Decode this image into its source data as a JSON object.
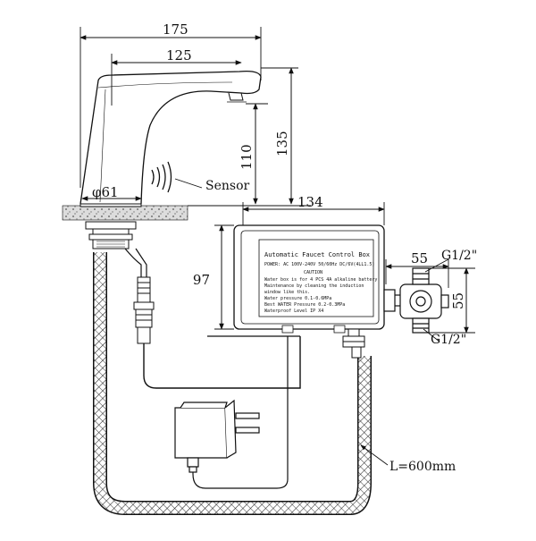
{
  "dimensions": {
    "width_total": "175",
    "width_spout": "125",
    "height_spout": "110",
    "height_total": "135",
    "base_diameter": "φ61",
    "box_width": "134",
    "box_height": "97",
    "valve_width": "55",
    "valve_height": "55",
    "thread_top": "G1/2\"",
    "thread_bottom": "G1/2\"",
    "hose_length": "L=600mm"
  },
  "labels": {
    "sensor": "Sensor"
  },
  "control_box": {
    "title": "Automatic Faucet Control Box",
    "power": "POWER: AC 100V-240V 50/60Hz DC/6V(4LL1.5)",
    "section": "CAUTION",
    "lines": [
      "Water box is for 4 PCS 4A alkaline battery",
      "Maintenance by cleaning the induction",
      "window like this.",
      "Water pressure 0.1-0.6MPa",
      "Best WATER Pressure 0.2-0.3MPa",
      "Waterproof Level IP X4"
    ]
  }
}
